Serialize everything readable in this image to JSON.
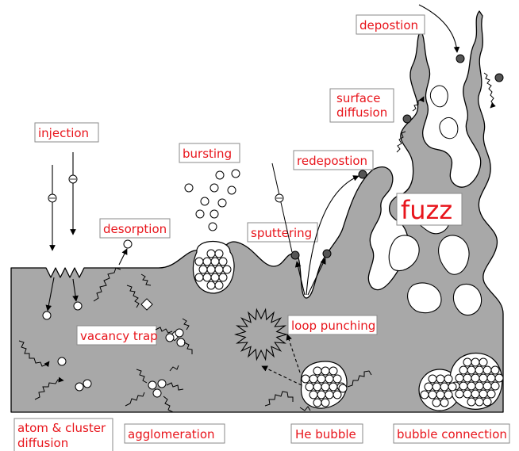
{
  "labels": {
    "injection": "injection",
    "desorption": "desorption",
    "bursting": "bursting",
    "sputtering": "sputtering",
    "redepostion": "redepostion",
    "surface_diffusion_1": "surface",
    "surface_diffusion_2": "diffusion",
    "depostion": "depostion",
    "fuzz": "fuzz",
    "vacancy_trap": "vacancy trap",
    "loop_punching": "loop punching",
    "atom_cluster_1": "atom & cluster",
    "atom_cluster_2": "diffusion",
    "agglomeration": "agglomeration",
    "he_bubble": "He bubble",
    "bubble_connection": "bubble connection"
  },
  "colors": {
    "label_text": "#e8141b",
    "material": "#a8a8a8",
    "dark_atom": "#555555"
  }
}
